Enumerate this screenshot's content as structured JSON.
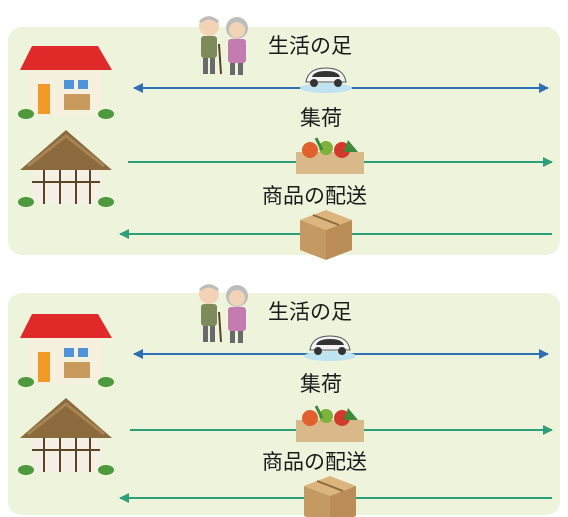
{
  "panels": [
    {
      "flows": [
        {
          "label": "生活の足",
          "direction": "both",
          "icon": "car-icon"
        },
        {
          "label": "集荷",
          "direction": "right",
          "icon": "vegetable-box-icon"
        },
        {
          "label": "商品の配送",
          "direction": "left",
          "icon": "cardboard-box-icon"
        }
      ]
    },
    {
      "flows": [
        {
          "label": "生活の足",
          "direction": "both",
          "icon": "car-icon"
        },
        {
          "label": "集荷",
          "direction": "right",
          "icon": "vegetable-box-icon"
        },
        {
          "label": "商品の配送",
          "direction": "left",
          "icon": "cardboard-box-icon"
        }
      ]
    }
  ],
  "colors": {
    "panel_bg": "#eef4dc",
    "blue_arrow": "#2f6fb5",
    "green_arrow": "#2e9e79",
    "roof_red": "#e02a2a",
    "thatch": "#8b6a3e"
  },
  "icons": [
    "elderly-couple-icon",
    "house-icon",
    "thatched-house-icon",
    "car-icon",
    "vegetable-box-icon",
    "cardboard-box-icon"
  ]
}
